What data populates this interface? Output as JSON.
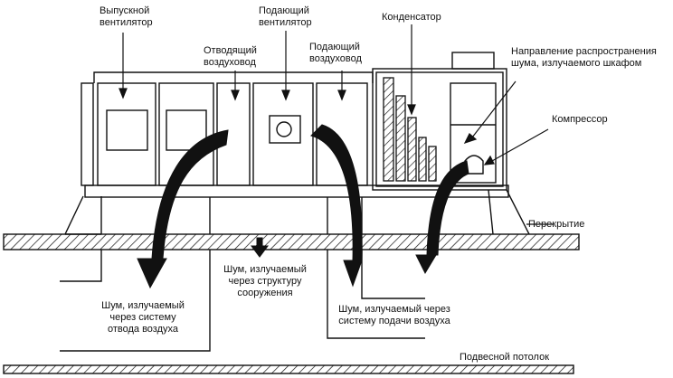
{
  "labels": {
    "exhaust_fan": "Выпускной\nвентилятор",
    "supply_fan": "Подающий\nвентилятор",
    "condenser": "Конденсатор",
    "exhaust_duct": "Отводящий\nвоздуховод",
    "supply_duct": "Подающий\nвоздуховод",
    "noise_direction": "Направление распространения\nшума, излучаемого шкафом",
    "compressor": "Компрессор",
    "floor": "Перекрытие",
    "noise_structure": "Шум, излучаемый\nчерез структуру\nсооружения",
    "noise_exhaust": "Шум, излучаемый\nчерез систему\nотвода воздуха",
    "noise_supply": "Шум, излучаемый через\nсистему подачи воздуха",
    "ceiling": "Подвесной потолок"
  },
  "colors": {
    "ink": "#111111",
    "paper": "#ffffff"
  }
}
